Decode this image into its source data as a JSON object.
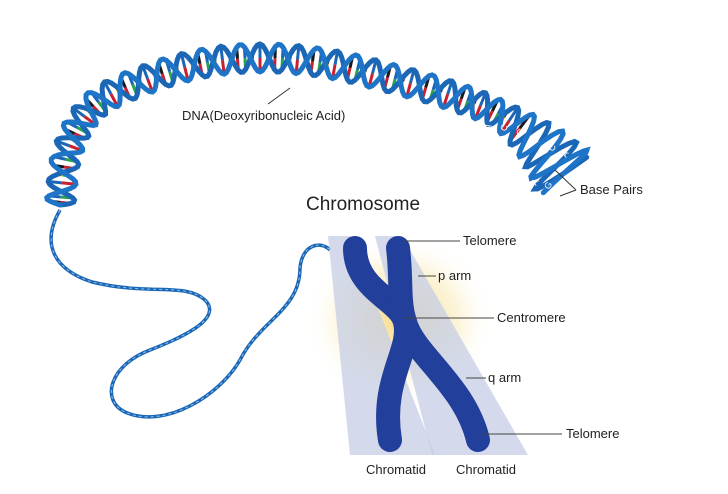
{
  "diagram": {
    "title": "Chromosome",
    "labels": {
      "dna": "DNA(Deoxyribonucleic Acid)",
      "base_pairs": "Base Pairs",
      "telomere_top": "Telomere",
      "p_arm": "p arm",
      "centromere": "Centromere",
      "q_arm": "q arm",
      "telomere_bottom": "Telomere",
      "chromatid_left": "Chromatid",
      "chromatid_right": "Chromatid"
    },
    "base_letters_top": [
      "T",
      "A",
      "C",
      "G",
      "T",
      "C",
      "A"
    ],
    "base_letters_bottom": [
      "A",
      "T",
      "G",
      "C",
      "A",
      "G",
      "T"
    ]
  },
  "colors": {
    "dna_backbone": "#1b67b5",
    "chromosome": "#233f9c",
    "chromatid_band": "#c5cde6",
    "glow": "#f5d77a",
    "base_colors": [
      "#c8202f",
      "#2aa24a",
      "#1a1a1a",
      "#1b67b5",
      "#e8c020"
    ]
  }
}
